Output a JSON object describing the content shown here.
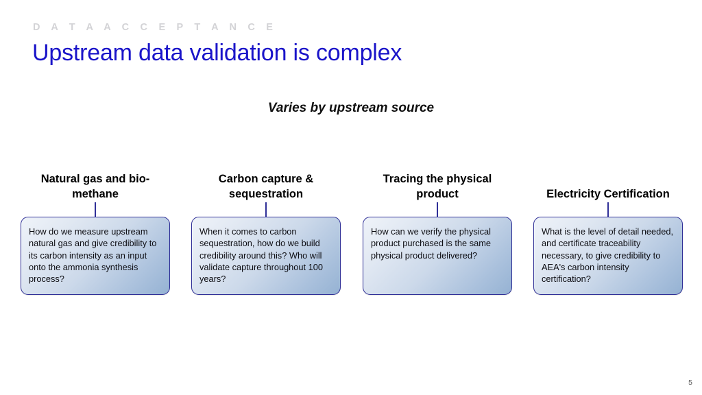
{
  "header": {
    "eyebrow": "D A T A   A C C E P T A N C E",
    "title": "Upstream data validation is complex",
    "title_color": "#1a14c9",
    "eyebrow_color": "#d3d3d6"
  },
  "subtitle": "Varies by upstream source",
  "columns": [
    {
      "heading": "Natural gas and\nbio-methane",
      "body": "How do we measure upstream natural gas and give credibility to its carbon intensity as an input onto the ammonia synthesis process?"
    },
    {
      "heading": "Carbon\ncapture &\nsequestration",
      "body": "When it comes to carbon sequestration, how do we build credibility around this? Who will validate capture throughout 100 years?"
    },
    {
      "heading": "Tracing the\nphysical\nproduct",
      "body": "How can we verify the physical product purchased is the same physical product delivered?"
    },
    {
      "heading": "Electricity\nCertification",
      "body": "What is the level of detail needed, and certificate traceability necessary, to give credibility to AEA's carbon intensity certification?"
    }
  ],
  "card_style": {
    "border_color": "#2f2f97",
    "gradient_start": "#eff3f9",
    "gradient_end": "#95b2d3"
  },
  "page_number": "5"
}
